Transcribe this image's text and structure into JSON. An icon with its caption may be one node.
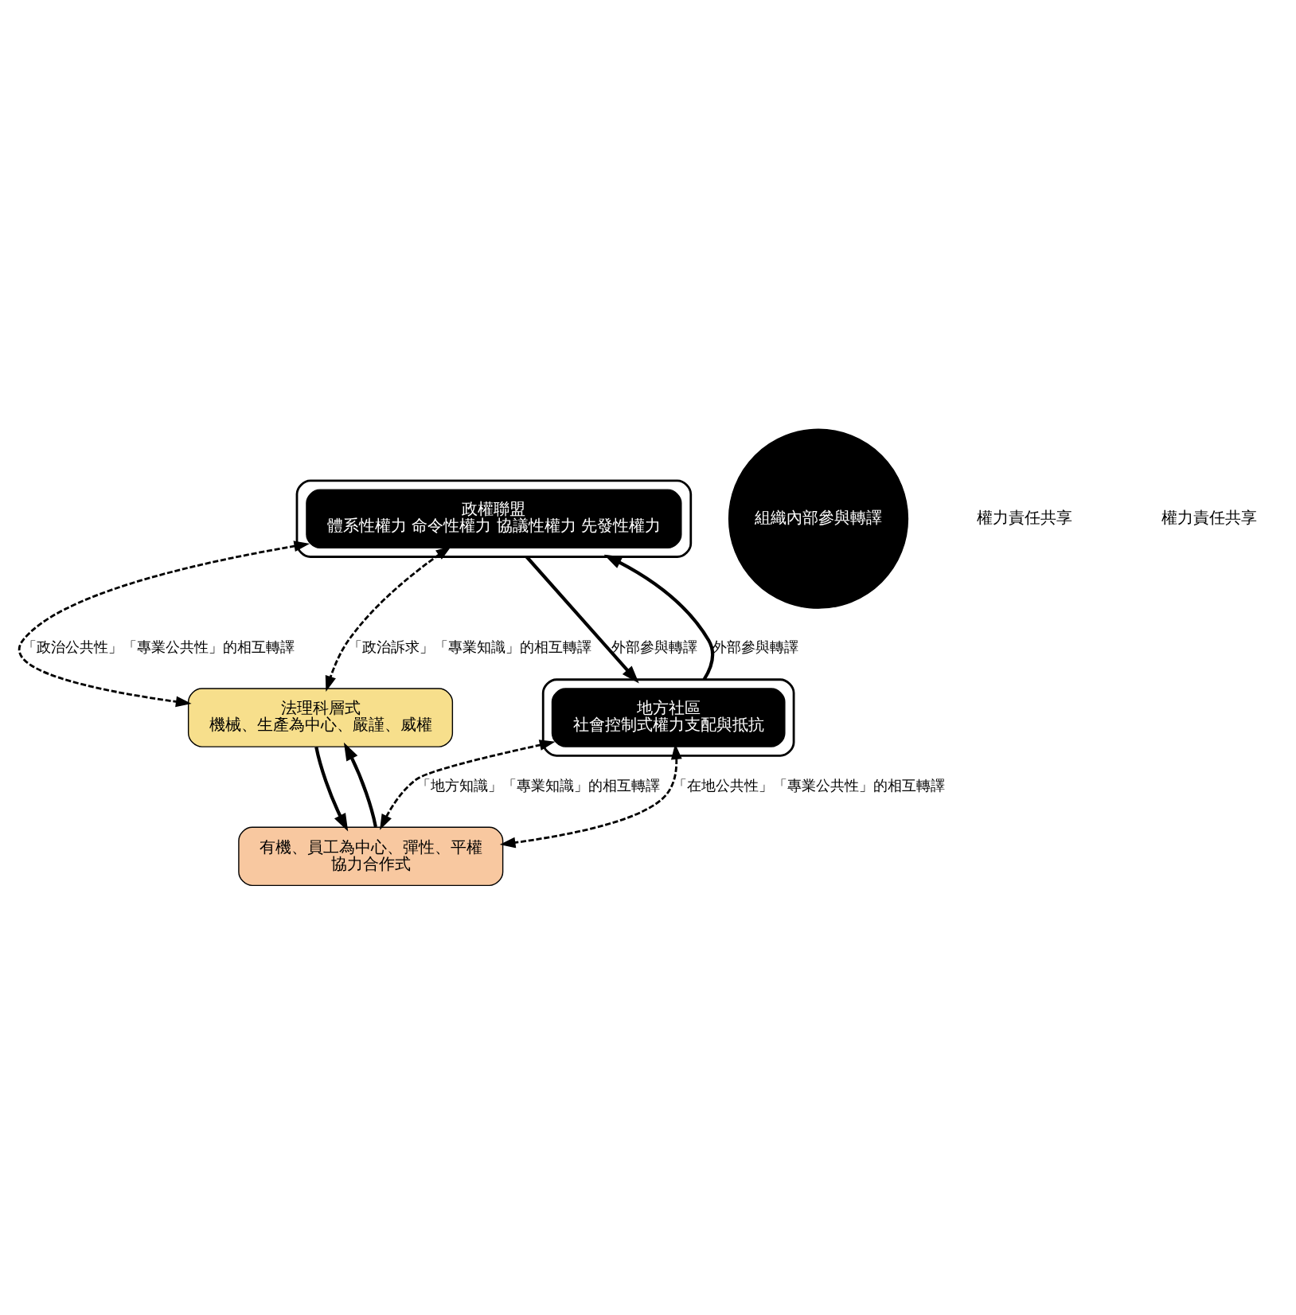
{
  "diagram": {
    "nodes": [
      {
        "text": [],
        "shape": "box"
      },
      {
        "text": [
          "政權聯盟",
          "體系性權力 命令性權力 協議性權力 先發性權力"
        ],
        "in": 0
      },
      {
        "text": [
          "法理科層式",
          "機械、生產為中心、嚴謹、威權"
        ]
      },
      {
        "text": [
          "組織內部參與轉譯"
        ]
      },
      {
        "text": [
          "有機、員工為中心、彈性、平權",
          "協力合作式"
        ]
      },
      {
        "text": [],
        "shape": "box"
      },
      {
        "text": [
          "地方社區",
          "社會控制式權力支配與抵抗"
        ],
        "in": 5
      }
    ],
    "edges": [
      {
        "from": 1,
        "to": 2,
        "arrow": "both",
        "style": "dashed",
        "label": "「政治公共性」「專業公共性」的相互轉譯"
      },
      {
        "from": 1,
        "to": 2,
        "arrow": "both",
        "style": "dashed",
        "label": "「政治訴求」「專業知識」的相互轉譯"
      },
      {
        "from": 0,
        "to": 5,
        "arrow": "to",
        "label": "外部參與轉譯"
      },
      {
        "from": 2,
        "to": 4,
        "arrow": "to"
      },
      {
        "from": 4,
        "to": 2,
        "arrow": "to"
      },
      {
        "from": 6,
        "to": 4,
        "arrow": "both",
        "style": "dashed",
        "label": "「地方知識」「專業知識」的相互轉譯"
      },
      {
        "from": 6,
        "to": 4,
        "arrow": "both",
        "style": "dashed",
        "label": "「在地公共性」「專業公共性」的相互轉譯"
      },
      {
        "from": 5,
        "to": 0,
        "arrow": "to",
        "label": "外部參與轉譯"
      }
    ],
    "labels": [
      "權力責任共享",
      "權力責任共享"
    ]
  }
}
